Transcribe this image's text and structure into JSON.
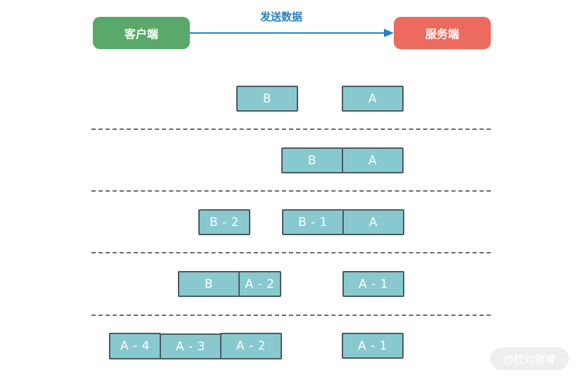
{
  "header": {
    "client_label": "客户端",
    "server_label": "服务端",
    "arrow_label": "发送数据"
  },
  "packets": {
    "row1": {
      "b": "B",
      "a": "A"
    },
    "row2": {
      "b": "B",
      "a": "A"
    },
    "row3": {
      "b2": "B - 2",
      "b1": "B - 1",
      "a": "A"
    },
    "row4": {
      "b": "B",
      "a2": "A - 2",
      "a1": "A - 1"
    },
    "row5": {
      "a4": "A - 4",
      "a3": "A - 3",
      "a2": "A - 2",
      "a1": "A - 1"
    }
  },
  "watermark": "@拉勾教育",
  "colors": {
    "client": "#5aa96a",
    "server": "#ec6b5e",
    "arrow": "#2a7fc2",
    "packet_fill": "#88c9cf",
    "packet_border": "#4a5a60"
  }
}
